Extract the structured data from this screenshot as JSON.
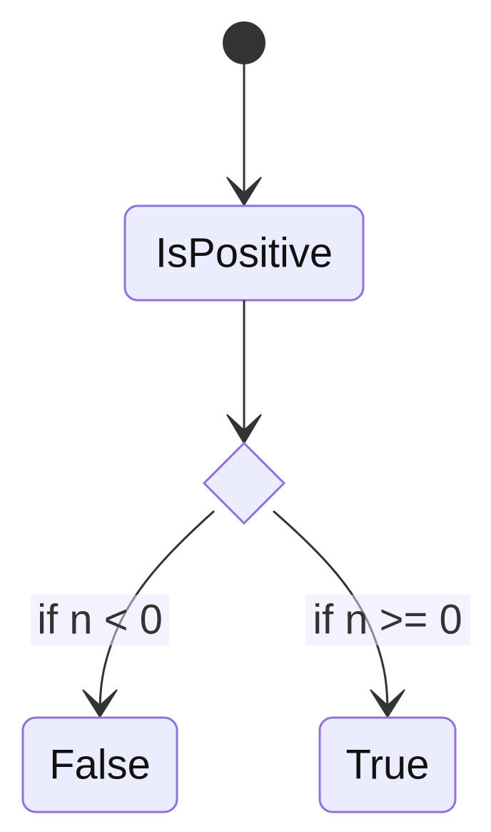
{
  "diagram": {
    "type": "state-diagram",
    "colors": {
      "node_fill": "#ECECFF",
      "node_stroke": "#9370DB",
      "edge": "#333333",
      "text": "#111111",
      "label_background": "#e8e8ff",
      "start_marker": "#333333"
    },
    "states": {
      "is_positive": "IsPositive",
      "false_state": "False",
      "true_state": "True"
    },
    "transitions": [
      {
        "from": "start",
        "to": "IsPositive",
        "label": ""
      },
      {
        "from": "IsPositive",
        "to": "choice",
        "label": ""
      },
      {
        "from": "choice",
        "to": "False",
        "label": "if n < 0"
      },
      {
        "from": "choice",
        "to": "True",
        "label": "if n >= 0"
      }
    ]
  }
}
